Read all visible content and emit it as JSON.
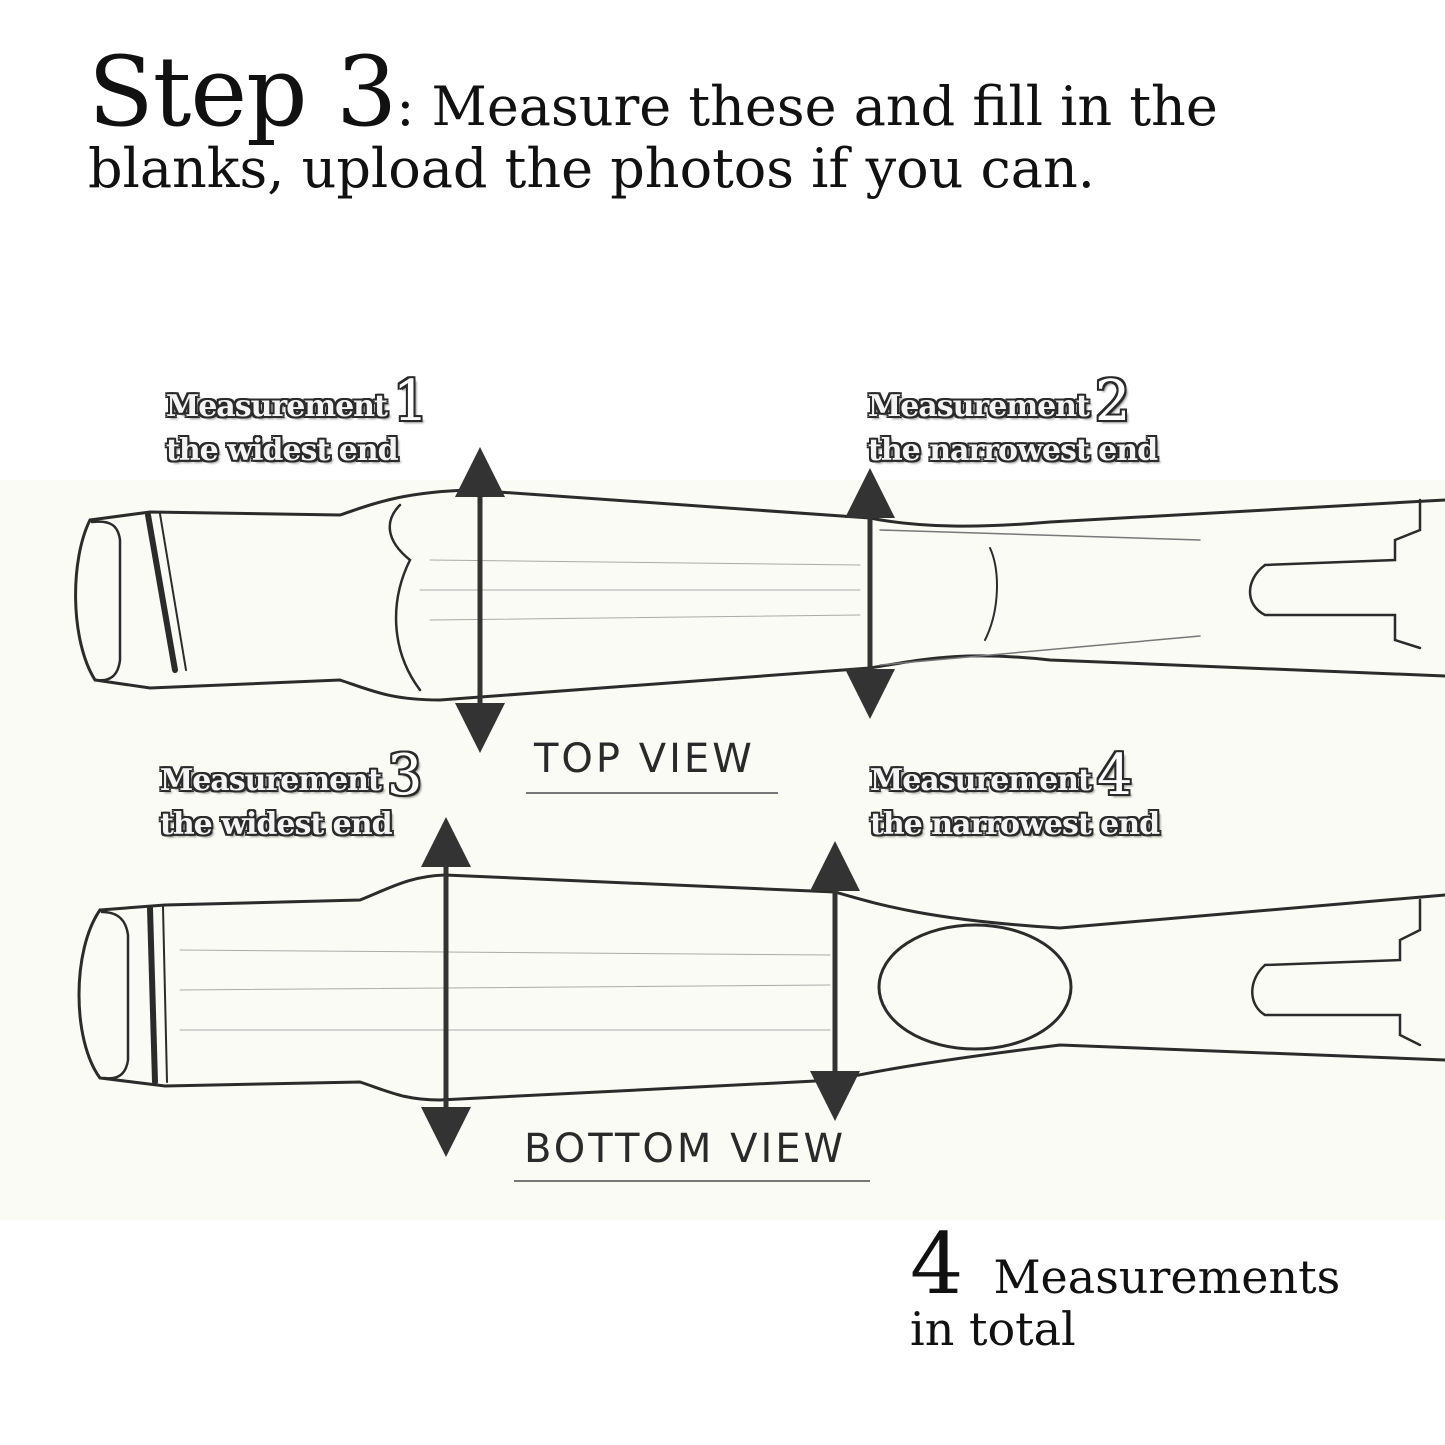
{
  "header": {
    "step": "Step 3",
    "instruction_line1": ": Measure these and fill in the",
    "instruction_line2": "blanks, upload the photos if you can."
  },
  "measurements": [
    {
      "label": "Measurement",
      "number": "1",
      "description": "the widest end"
    },
    {
      "label": "Measurement",
      "number": "2",
      "description": "the narrowest end"
    },
    {
      "label": "Measurement",
      "number": "3",
      "description": "the widest end"
    },
    {
      "label": "Measurement",
      "number": "4",
      "description": "the narrowest end"
    }
  ],
  "views": {
    "top": "TOP VIEW",
    "bottom": "BOTTOM VIEW"
  },
  "footer": {
    "count": "4",
    "word": "Measurements",
    "tail": "in total"
  }
}
